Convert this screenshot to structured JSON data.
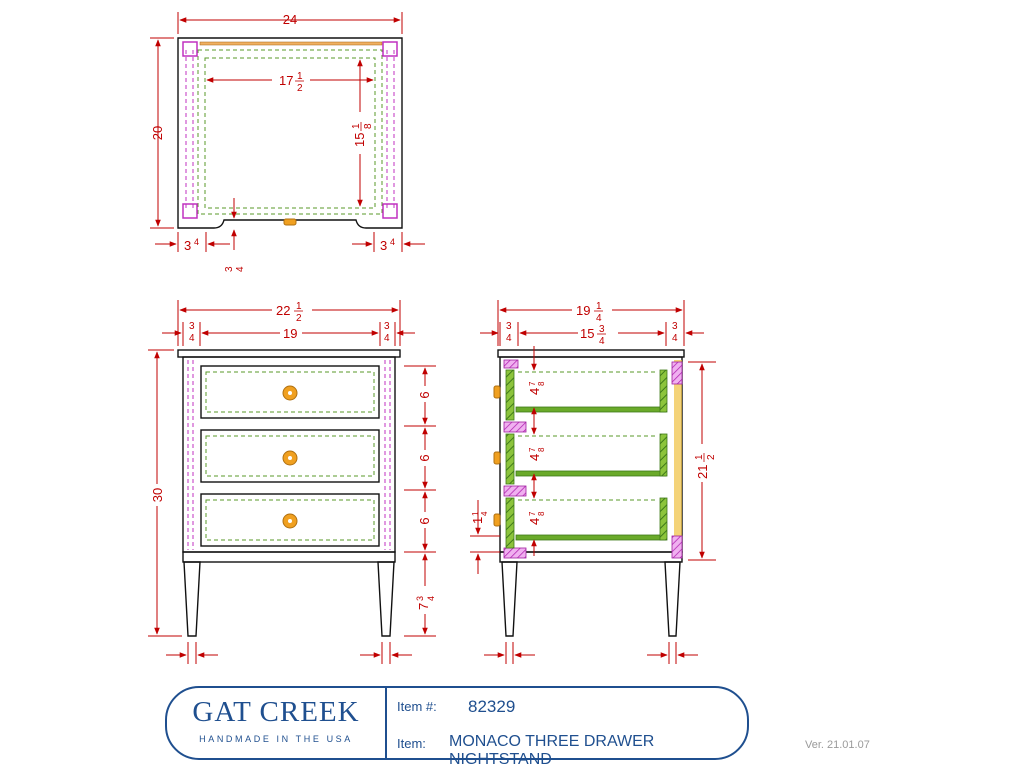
{
  "plan_view": {
    "overall_width": "24",
    "overall_depth": "20",
    "interior_width_whole": "17",
    "interior_width_num": "1",
    "interior_width_den": "2",
    "interior_depth_whole": "15",
    "interior_depth_num": "1",
    "interior_depth_den": "8",
    "left_inset_whole": "3",
    "left_inset_den": "4",
    "front_inset_num": "3",
    "front_inset_den": "4",
    "right_inset_whole": "3",
    "right_inset_den": "4"
  },
  "front_view": {
    "overall_width_whole": "22",
    "overall_width_num": "1",
    "overall_width_den": "2",
    "left_side_num": "3",
    "left_side_den": "4",
    "interior_width": "19",
    "right_side_num": "3",
    "right_side_den": "4",
    "overall_height": "30",
    "drawer_1_height": "6",
    "drawer_2_height": "6",
    "drawer_3_height": "6",
    "leg_height_whole": "7",
    "leg_height_num": "3",
    "leg_height_den": "4"
  },
  "side_view": {
    "overall_depth_whole": "19",
    "overall_depth_num": "1",
    "overall_depth_den": "4",
    "front_num": "3",
    "front_den": "4",
    "interior_depth_whole": "15",
    "interior_depth_num": "3",
    "interior_depth_den": "4",
    "back_num": "3",
    "back_den": "4",
    "case_height_whole": "21",
    "case_height_num": "1",
    "case_height_den": "2",
    "drawer_open_1_whole": "4",
    "drawer_open_1_num": "7",
    "drawer_open_1_den": "8",
    "drawer_open_2_whole": "4",
    "drawer_open_2_num": "7",
    "drawer_open_2_den": "8",
    "drawer_open_3_whole": "4",
    "drawer_open_3_num": "7",
    "drawer_open_3_den": "8",
    "rail_whole": "1",
    "rail_num": "1",
    "rail_den": "4"
  },
  "title_block": {
    "brand_name": "GAT CREEK",
    "brand_tagline": "HANDMADE IN THE USA",
    "item_number_label": "Item #:",
    "item_number": "82329",
    "item_label": "Item:",
    "item_name": "MONACO  THREE DRAWER NIGHTSTAND"
  },
  "version": "Ver. 21.01.07",
  "colors": {
    "dimension": "#c00000",
    "outline": "#111111",
    "hidden_green": "#5a9a2a",
    "hidden_magenta": "#c030c0",
    "hardware": "#f0a020",
    "brand": "#1f4f8f"
  }
}
